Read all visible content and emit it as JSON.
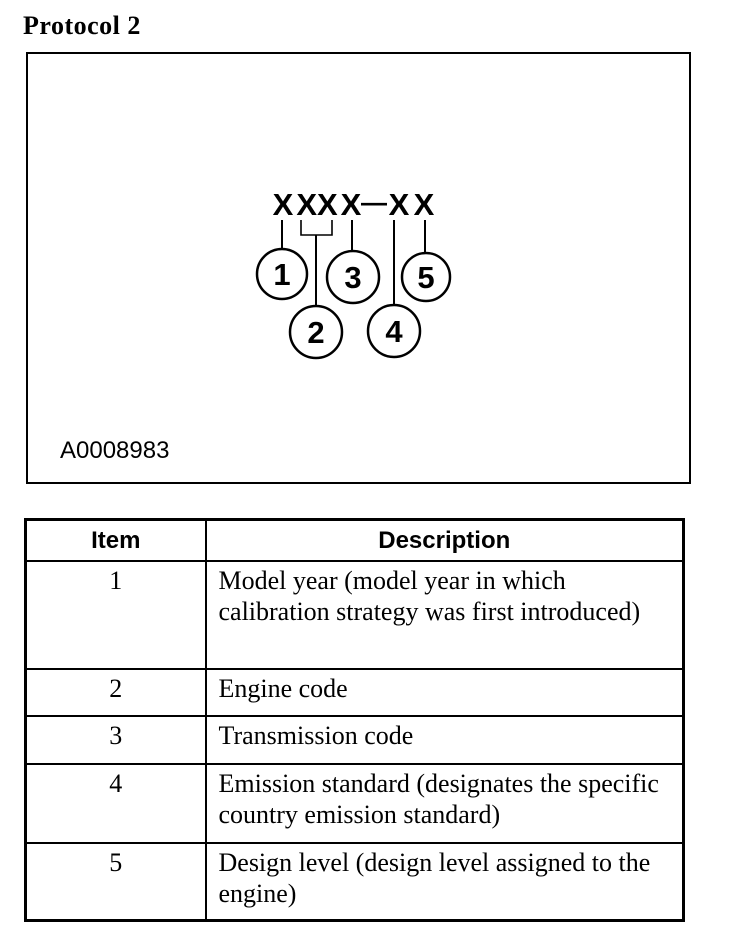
{
  "page": {
    "title": "Protocol 2"
  },
  "colors": {
    "ink": "#000000",
    "paper": "#ffffff"
  },
  "figure": {
    "image_label": "A0008983",
    "code_pattern": {
      "glyph_1": "X",
      "glyph_2": "XX",
      "glyph_3": "X",
      "separator": "—",
      "glyph_4": "X",
      "glyph_5": "X"
    },
    "callouts": {
      "c1": "1",
      "c2": "2",
      "c3": "3",
      "c4": "4",
      "c5": "5"
    }
  },
  "table": {
    "headers": {
      "item": "Item",
      "description": "Description"
    },
    "rows": [
      {
        "item": "1",
        "description": "Model year (model year in which calibration strategy was first introduced)"
      },
      {
        "item": "2",
        "description": "Engine code"
      },
      {
        "item": "3",
        "description": "Transmission code"
      },
      {
        "item": "4",
        "description": "Emission standard (designates the specific country emission standard)"
      },
      {
        "item": "5",
        "description": "Design level (design level assigned to the engine)"
      }
    ]
  }
}
